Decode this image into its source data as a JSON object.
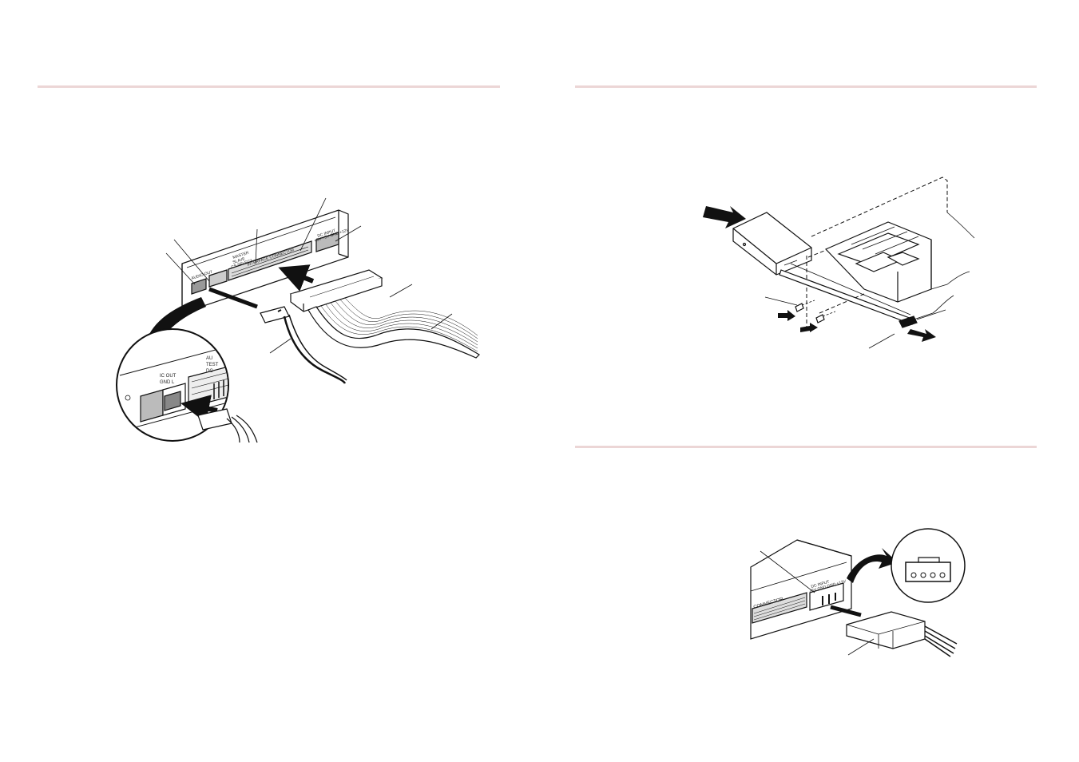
{
  "left_figure": {
    "drive_labels": {
      "interface_connector": "INTERFACE CONNECTOR",
      "dc_input": "DC INPUT",
      "dc_input_pins": "+5V +5V GND +12V",
      "audio_out": "AUDIO OUT",
      "master": "MASTER",
      "slave": "SLAVE",
      "cs_select": "CS SELECT"
    },
    "inset_labels": {
      "ic_out": "IC OUT",
      "gnd_l": "GND L",
      "audio": "AU",
      "test": "TEST",
      "dc": "DC"
    }
  },
  "right_top_figure": {},
  "right_bottom_figure": {
    "connector_label": "CONNECTOR",
    "dc_input_label": "DC INPUT",
    "dc_input_pins": "+5V GND GND +12V"
  },
  "colors": {
    "rule": "#ecd6d6",
    "line_art": "#111111"
  }
}
